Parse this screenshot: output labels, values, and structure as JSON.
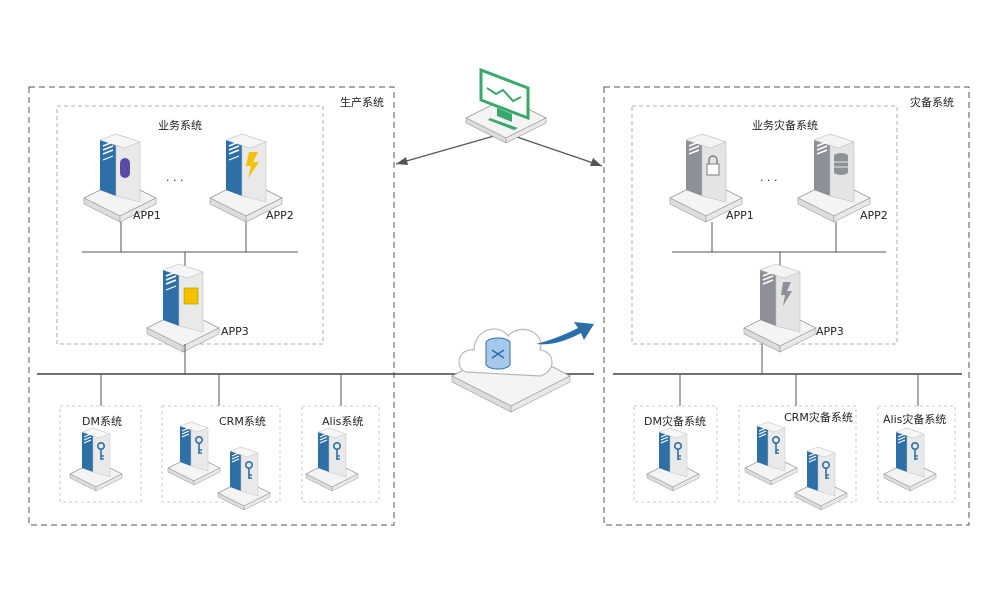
{
  "production": {
    "title": "生产系统",
    "business_title": "业务系统",
    "app1": "APP1",
    "app2": "APP2",
    "app3": "APP3",
    "ellipsis": "· · ·",
    "dm": "DM系统",
    "crm": "CRM系统",
    "alis": "Alis系统"
  },
  "disaster": {
    "title": "灾备系统",
    "business_title": "业务灾备系统",
    "app1": "APP1",
    "app2": "APP2",
    "app3": "APP3",
    "ellipsis": "· · ·",
    "dm": "DM灾备系统",
    "crm": "CRM灾备系统",
    "alis": "Alis灾备系统"
  },
  "icons": {
    "monitor": "monitor-icon",
    "cloud": "cloud-sync-icon",
    "arrow": "replication-arrow-icon"
  },
  "colors": {
    "server_blue": "#2e6fa8",
    "server_gray": "#8d9096",
    "monitor_green": "#3aa86b",
    "arrow_blue": "#2b6fa8",
    "accent_purple": "#5b4aa8",
    "accent_yellow": "#f2c200",
    "line": "#555555"
  }
}
